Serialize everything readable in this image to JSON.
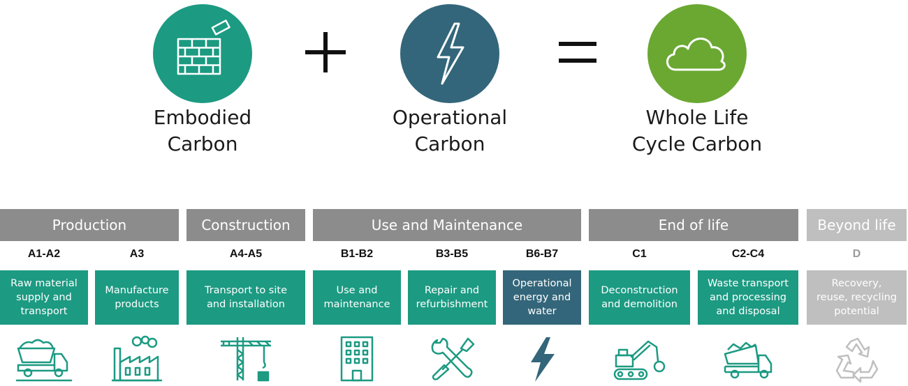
{
  "equation": {
    "embodied": {
      "line1": "Embodied",
      "line2": "Carbon",
      "icon": "brick-wall-icon",
      "color": "#1c9a82"
    },
    "plus_icon": "plus-icon",
    "operational": {
      "line1": "Operational",
      "line2": "Carbon",
      "icon": "lightning-icon",
      "color": "#33667a"
    },
    "equals_icon": "equals-icon",
    "whole": {
      "line1": "Whole Life",
      "line2": "Cycle Carbon",
      "icon": "cloud-icon",
      "color": "#6aa832"
    }
  },
  "phases": {
    "production": "Production",
    "construction": "Construction",
    "use": "Use and Maintenance",
    "end": "End of life",
    "beyond": "Beyond life"
  },
  "stages": [
    {
      "code": "A1-A2",
      "l1": "Raw material",
      "l2": "supply and",
      "l3": "transport",
      "icon": "dump-truck-icon"
    },
    {
      "code": "A3",
      "l1": "Manufacture",
      "l2": "products",
      "l3": "",
      "icon": "factory-icon"
    },
    {
      "code": "A4-A5",
      "l1": "Transport to site",
      "l2": "and installation",
      "l3": "",
      "icon": "crane-icon"
    },
    {
      "code": "B1-B2",
      "l1": "Use and",
      "l2": "maintenance",
      "l3": "",
      "icon": "building-icon"
    },
    {
      "code": "B3-B5",
      "l1": "Repair and",
      "l2": "refurbishment",
      "l3": "",
      "icon": "wrench-screwdriver-icon"
    },
    {
      "code": "B6-B7",
      "l1": "Operational",
      "l2": "energy and",
      "l3": "water",
      "icon": "lightning-icon"
    },
    {
      "code": "C1",
      "l1": "Deconstruction",
      "l2": "and demolition",
      "l3": "",
      "icon": "excavator-icon"
    },
    {
      "code": "C2-C4",
      "l1": "Waste transport",
      "l2": "and processing",
      "l3": "and disposal",
      "icon": "waste-truck-icon"
    },
    {
      "code": "D",
      "l1": "Recovery,",
      "l2": "reuse, recycling",
      "l3": "potential",
      "icon": "recycle-icon"
    }
  ],
  "colors": {
    "teal": "#1c9a82",
    "navy": "#33667a",
    "green": "#6aa832",
    "gray": "#8c8c8c",
    "light_gray": "#bfbfbf"
  }
}
